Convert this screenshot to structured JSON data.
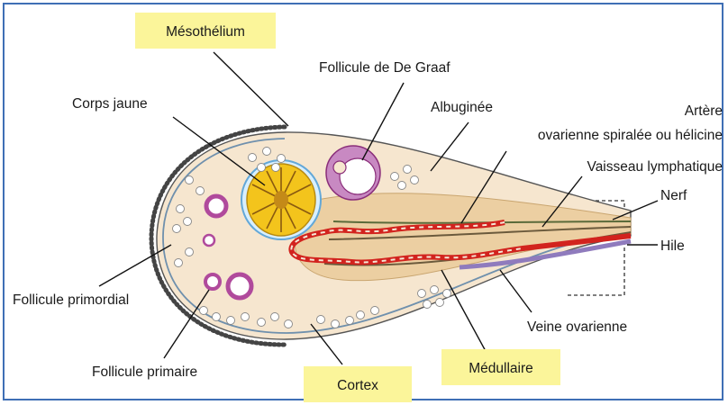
{
  "labels": {
    "mesothelium": "Mésothélium",
    "follicule_de_graaf": "Follicule de De Graaf",
    "corps_jaune": "Corps jaune",
    "albuginee": "Albuginée",
    "artere_line1": "Artère",
    "artere_line2": "ovarienne spiralée ou hélicine",
    "vaisseau_lymphatique": "Vaisseau lymphatique",
    "nerf": "Nerf",
    "hile": "Hile",
    "follicule_primordial": "Follicule primordial",
    "follicule_primaire": "Follicule primaire",
    "cortex": "Cortex",
    "medullaire": "Médullaire",
    "veine_ovarienne": "Veine ovarienne"
  },
  "highlight_color": "#fbf59a",
  "frame_color": "#3f6fb5",
  "colors": {
    "cortex": "#f6e6cf",
    "medulla": "#eccfa2",
    "artery": "#d2231e",
    "vein": "#8f7bbd",
    "corpus_luteum": "#f3c41c",
    "follicle_ring": "#b04a9c"
  }
}
